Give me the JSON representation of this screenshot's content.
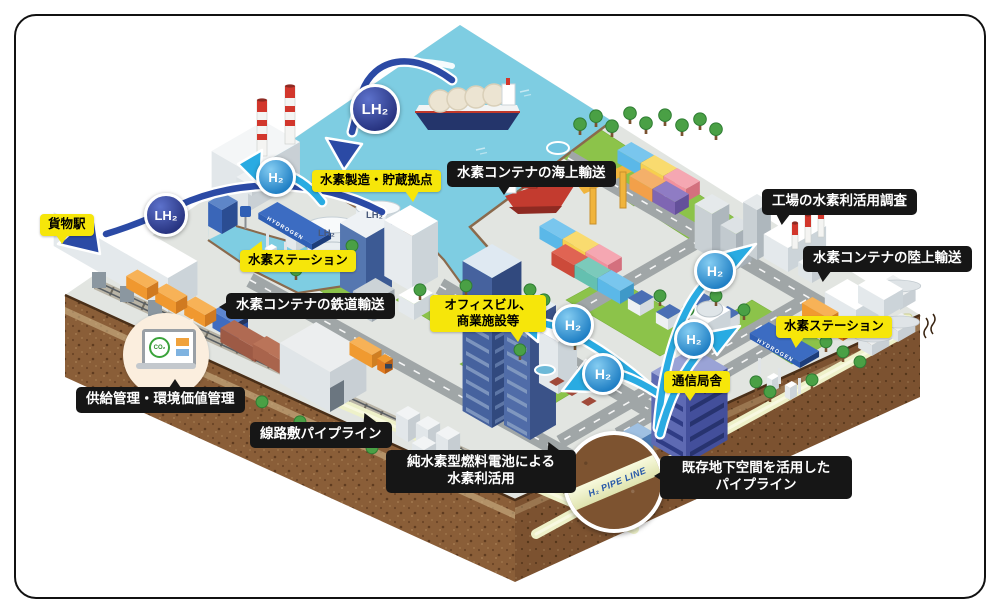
{
  "scene": {
    "callouts": [
      {
        "id": "freight-station",
        "text": "貨物駅",
        "style": "yellow"
      },
      {
        "id": "production-base",
        "text": "水素製造・貯蔵拠点",
        "style": "yellow"
      },
      {
        "id": "h2-station-left",
        "text": "水素ステーション",
        "style": "yellow"
      },
      {
        "id": "rail-transport",
        "text": "水素コンテナの鉄道輸送",
        "style": "black"
      },
      {
        "id": "marine-transport",
        "text": "水素コンテナの海上輸送",
        "style": "black"
      },
      {
        "id": "factory-survey",
        "text": "工場の水素利活用調査",
        "style": "black"
      },
      {
        "id": "land-transport",
        "text": "水素コンテナの陸上輸送",
        "style": "black"
      },
      {
        "id": "h2-station-right",
        "text": "水素ステーション",
        "style": "yellow"
      },
      {
        "id": "office-buildings",
        "line1": "オフィスビル、",
        "line2": "商業施設等",
        "style": "yellow"
      },
      {
        "id": "comm-building",
        "text": "通信局舎",
        "style": "yellow"
      },
      {
        "id": "supply-management",
        "text": "供給管理・環境価値管理",
        "style": "black"
      },
      {
        "id": "track-pipeline",
        "text": "線路敷パイプライン",
        "style": "black"
      },
      {
        "id": "fuel-cell",
        "line1": "純水素型燃料電池による",
        "line2": "水素利活用",
        "style": "black"
      },
      {
        "id": "underground-pipeline",
        "line1": "既存地下空間を活用した",
        "line2": "パイプライン",
        "style": "black"
      }
    ],
    "badges": [
      {
        "id": "lh2-ship",
        "text": "LH₂"
      },
      {
        "id": "h2-plant",
        "text": "H₂"
      },
      {
        "id": "lh2-yard",
        "text": "LH₂"
      },
      {
        "id": "h2-office",
        "text": "H₂"
      },
      {
        "id": "h2-fuelcell",
        "text": "H₂"
      },
      {
        "id": "h2-factory",
        "text": "H₂"
      },
      {
        "id": "h2-station",
        "text": "H₂"
      }
    ],
    "pipe_label": "H₂ PIPE LINE",
    "station_sign": "HYDROGEN",
    "tank_label": "LH₂",
    "laptop_screen_label": "CO₂",
    "colors": {
      "water": "#7ecde2",
      "land": "#e2e5e1",
      "grass": "#8cc34a",
      "road": "#a0a6a7",
      "soil": "#8a5e38",
      "soil_right": "#7c5230",
      "label_black": "#161616",
      "label_yellow": "#f6e60a",
      "arrow_light": "#29abe2",
      "arrow_dark": "#2b4aa5",
      "badge_h2": "#1f7fc4",
      "badge_lh2": "#27337f",
      "pipe": "#eef1c9"
    }
  }
}
